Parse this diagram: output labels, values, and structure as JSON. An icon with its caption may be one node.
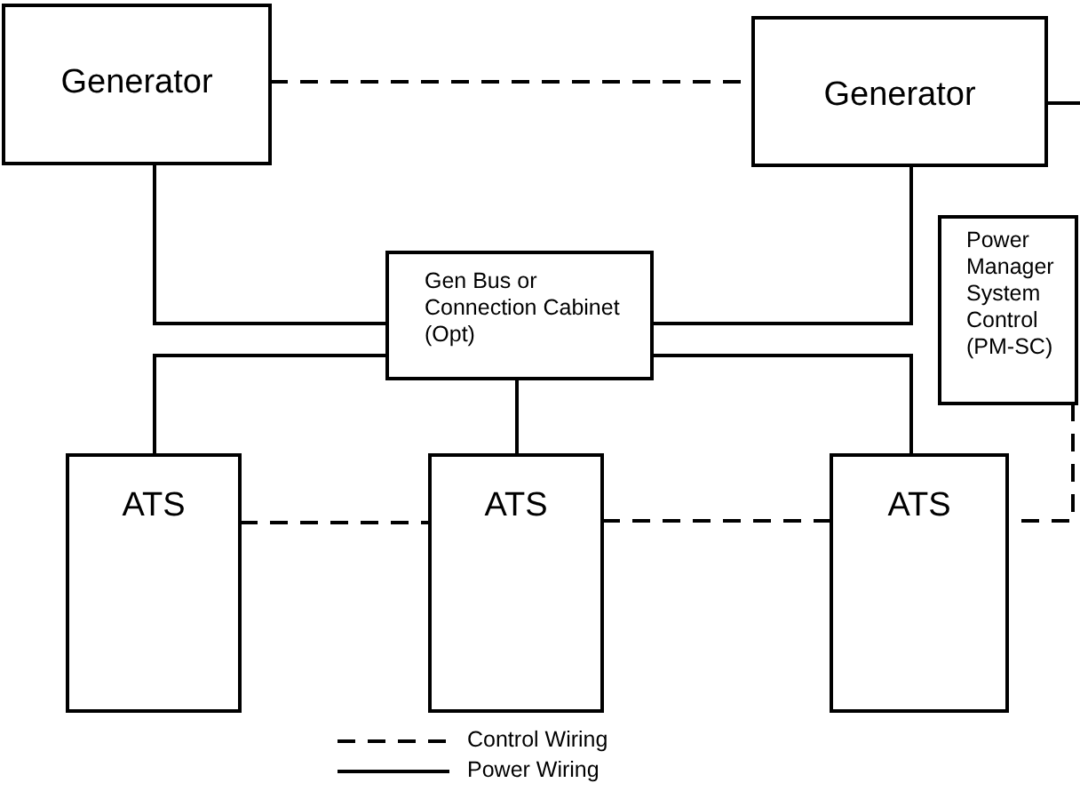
{
  "diagram": {
    "nodes": [
      {
        "text": [
          "Generator"
        ]
      },
      {
        "text": [
          "Generator"
        ]
      },
      {
        "text": [
          "Gen Bus or Connection Cabinet (Opt)"
        ]
      },
      {
        "text": [
          "Power Manager System Control (PM-SC)"
        ]
      },
      {
        "text": [
          "ATS"
        ]
      },
      {
        "text": [
          "ATS"
        ]
      },
      {
        "text": [
          "ATS"
        ]
      }
    ],
    "edges": [
      {
        "from": 0,
        "to": 1,
        "arrow": "none",
        "style": "dashed"
      },
      {
        "from": 1,
        "to": null,
        "arrow": "none"
      },
      {
        "from": 0,
        "to": 2,
        "arrow": "none"
      },
      {
        "from": 1,
        "to": 2,
        "arrow": "none"
      },
      {
        "from": 2,
        "to": 4,
        "arrow": "none"
      },
      {
        "from": 2,
        "to": 5,
        "arrow": "none"
      },
      {
        "from": 2,
        "to": 6,
        "arrow": "none"
      },
      {
        "from": 4,
        "to": 5,
        "arrow": "none",
        "style": "dashed"
      },
      {
        "from": 5,
        "to": 6,
        "arrow": "none",
        "style": "dashed"
      },
      {
        "from": 3,
        "to": 6,
        "arrow": "none",
        "style": "dashed"
      }
    ],
    "legend": [
      {
        "text": "Control Wiring"
      },
      {
        "text": "Power Wiring"
      }
    ]
  }
}
